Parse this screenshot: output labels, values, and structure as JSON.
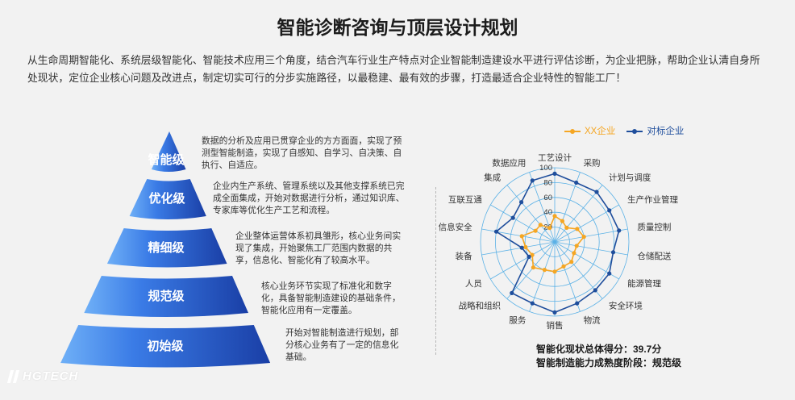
{
  "title": "智能诊断咨询与顶层设计规划",
  "intro_lines": [
    "从生命周期智能化、系统层级智能化、智能技术应用三个角度，结合汽车行业生产特点对企业智能制造建设水平进行评估诊断，为企业把脉，帮助企业认清自身所",
    "处现状，定位企业核心问题及改进点，制定切实可行的分步实施路径，以最稳建、最有效的步骤，打造最适合企业特性的智能工厂！"
  ],
  "pyramid": {
    "levels": [
      {
        "label": "智能级",
        "description_lines": [
          "数据的分析及应用已贯穿企业的方方面面，实现了预",
          "测型智能制造，实现了自感知、自学习、自决策、自",
          "执行、自适应。"
        ]
      },
      {
        "label": "优化级",
        "description_lines": [
          "企业内生产系统、管理系统以及其他支撑系统已完",
          "成全面集成，开始对数据进行分析，通过知识库、",
          "专家库等优化生产工艺和流程。"
        ]
      },
      {
        "label": "精细级",
        "description_lines": [
          "企业整体运营体系初具雏形，核心业务间实",
          "现了集成，开始聚焦工厂范围内数据的共",
          "享，信息化、智能化有了较高水平。"
        ]
      },
      {
        "label": "规范级",
        "description_lines": [
          "核心业务环节实现了标准化和数字",
          "化，具备智能制造建设的基础条件，",
          "智能化应用有一定覆盖。"
        ]
      },
      {
        "label": "初始级",
        "description_lines": [
          "开始对智能制造进行规划，部",
          "分核心业务有了一定的信息化",
          "基础。"
        ]
      }
    ]
  },
  "chart_data": {
    "type": "line",
    "polar": true,
    "categories": [
      "工艺设计",
      "采购",
      "计划与调度",
      "生产作业管理",
      "质量控制",
      "仓储配送",
      "能源管理",
      "安全环境",
      "物流",
      "销售",
      "服务",
      "战略和组织",
      "人员",
      "装备",
      "信息安全",
      "互联互通",
      "集成",
      "数据应用"
    ],
    "series": [
      {
        "name": "XX企业",
        "color": "#F5A623",
        "values": [
          35,
          30,
          25,
          35,
          40,
          30,
          30,
          35,
          35,
          40,
          40,
          45,
          35,
          40,
          45,
          30,
          30,
          20
        ]
      },
      {
        "name": "对标企业",
        "color": "#1F4E9C",
        "values": [
          92,
          85,
          88,
          85,
          88,
          80,
          85,
          85,
          88,
          95,
          88,
          90,
          40,
          45,
          80,
          65,
          70,
          88
        ]
      }
    ],
    "radial_ticks": [
      20,
      40,
      60,
      80,
      100
    ],
    "rlim": [
      0,
      100
    ],
    "grid": true,
    "legend": "top"
  },
  "summary": {
    "score_line": "智能化现状总体得分：39.7分",
    "stage_line": "智能制造能力成熟度阶段：规范级"
  },
  "watermark": "HGTECH",
  "colors": {
    "background": "#F2F2F2",
    "pyramid_light": "#6FB0F7",
    "pyramid_mid": "#3A7BE6",
    "pyramid_dark": "#1A3FA6",
    "radar_grid": "#5BB1E6"
  }
}
